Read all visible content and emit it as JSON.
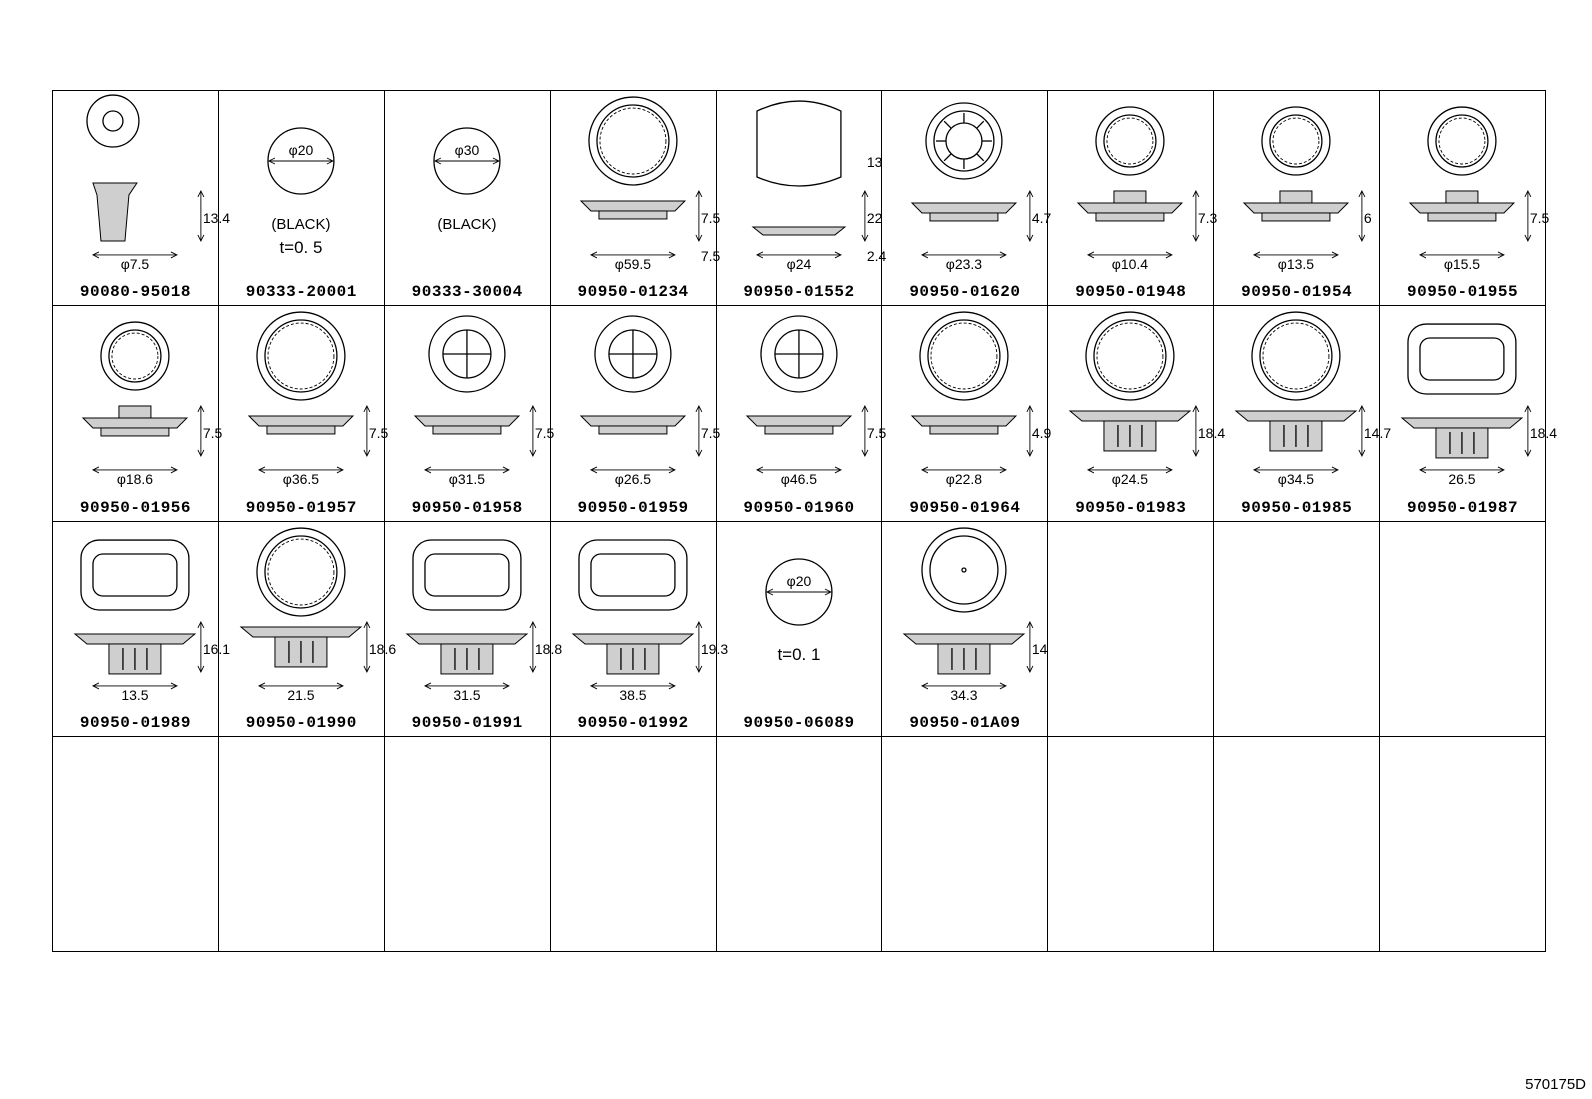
{
  "cells": [
    {
      "part": "90080-95018",
      "shape": "push-clip",
      "dims": [
        "13.4",
        "φ7.5"
      ]
    },
    {
      "part": "90333-20001",
      "shape": "disc",
      "dims": [
        "φ20"
      ],
      "notes": [
        "(BLACK)",
        "t=0. 5"
      ]
    },
    {
      "part": "90333-30004",
      "shape": "disc",
      "dims": [
        "φ30"
      ],
      "notes": [
        "(BLACK)"
      ]
    },
    {
      "part": "90950-01234",
      "shape": "ring-plug",
      "dims": [
        "7.5",
        "φ59.5",
        "7.5"
      ]
    },
    {
      "part": "90950-01552",
      "shape": "slot-clip",
      "dims": [
        "22",
        "φ24",
        "2.4",
        "13"
      ]
    },
    {
      "part": "90950-01620",
      "shape": "gear-plug",
      "dims": [
        "4.7",
        "φ23.3"
      ]
    },
    {
      "part": "90950-01948",
      "shape": "push-plug",
      "dims": [
        "7.3",
        "φ10.4"
      ]
    },
    {
      "part": "90950-01954",
      "shape": "push-plug",
      "dims": [
        "6",
        "φ13.5"
      ]
    },
    {
      "part": "90950-01955",
      "shape": "push-plug",
      "dims": [
        "7.5",
        "φ15.5"
      ]
    },
    {
      "part": "90950-01956",
      "shape": "push-plug",
      "dims": [
        "7.5",
        "φ18.6"
      ]
    },
    {
      "part": "90950-01957",
      "shape": "ring-plug",
      "dims": [
        "7.5",
        "φ36.5"
      ]
    },
    {
      "part": "90950-01958",
      "shape": "cross-plug",
      "dims": [
        "7.5",
        "φ31.5"
      ]
    },
    {
      "part": "90950-01959",
      "shape": "cross-plug",
      "dims": [
        "7.5",
        "φ26.5"
      ]
    },
    {
      "part": "90950-01960",
      "shape": "cross-plug",
      "dims": [
        "7.5",
        "φ46.5"
      ]
    },
    {
      "part": "90950-01964",
      "shape": "ring-plug",
      "dims": [
        "4.9",
        "φ22.8"
      ]
    },
    {
      "part": "90950-01983",
      "shape": "clip-plug",
      "dims": [
        "18.4",
        "φ24.5"
      ]
    },
    {
      "part": "90950-01985",
      "shape": "clip-plug",
      "dims": [
        "14.7",
        "φ34.5"
      ]
    },
    {
      "part": "90950-01987",
      "shape": "oval-clip",
      "dims": [
        "18.4",
        "26.5"
      ]
    },
    {
      "part": "90950-01989",
      "shape": "oval-clip",
      "dims": [
        "16.1",
        "13.5"
      ]
    },
    {
      "part": "90950-01990",
      "shape": "clip-plug",
      "dims": [
        "18.6",
        "21.5"
      ]
    },
    {
      "part": "90950-01991",
      "shape": "oval-clip",
      "dims": [
        "18.8",
        "31.5"
      ]
    },
    {
      "part": "90950-01992",
      "shape": "oval-clip",
      "dims": [
        "19.3",
        "38.5"
      ]
    },
    {
      "part": "90950-06089",
      "shape": "disc",
      "dims": [
        "φ20"
      ],
      "notes": [
        "t=0. 1"
      ]
    },
    {
      "part": "90950-01A09",
      "shape": "dome-clip",
      "dims": [
        "14",
        "34.3"
      ]
    }
  ],
  "figure_id": "570175D"
}
